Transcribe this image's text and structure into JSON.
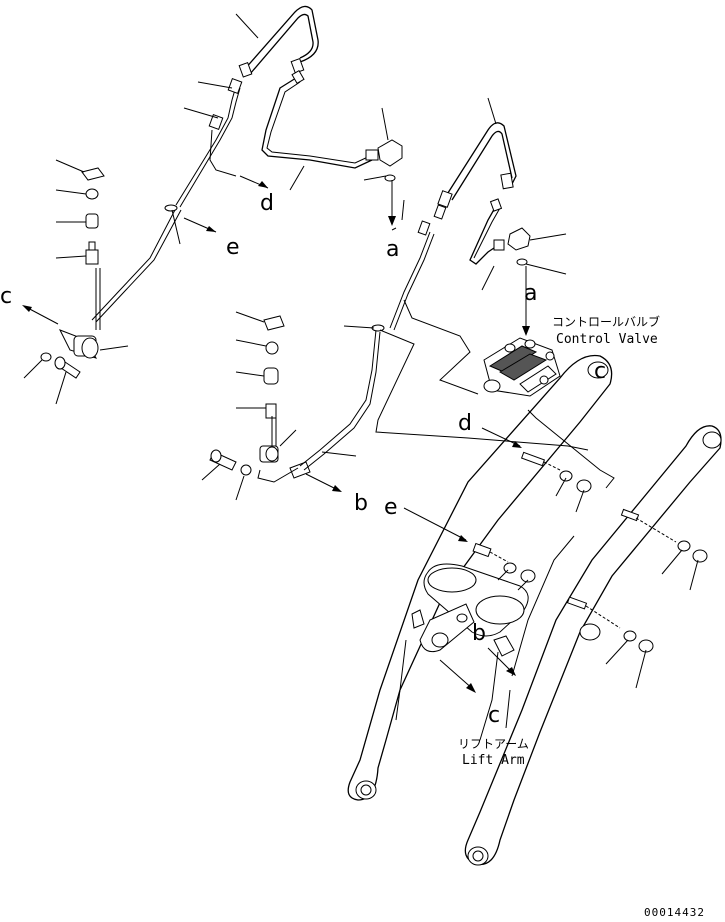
{
  "letters": {
    "a1": "a",
    "a2": "a",
    "b1": "b",
    "b2": "b",
    "c1": "c",
    "c2": "c",
    "c3": "c",
    "d1": "d",
    "d2": "d",
    "e1": "e",
    "e2": "e"
  },
  "callouts": {
    "control_valve_jp": "コントロールバルブ",
    "control_valve_en": "Control Valve",
    "lift_arm_jp": "リフトアーム",
    "lift_arm_en": "Lift Arm"
  },
  "drawing_code": "00014432"
}
